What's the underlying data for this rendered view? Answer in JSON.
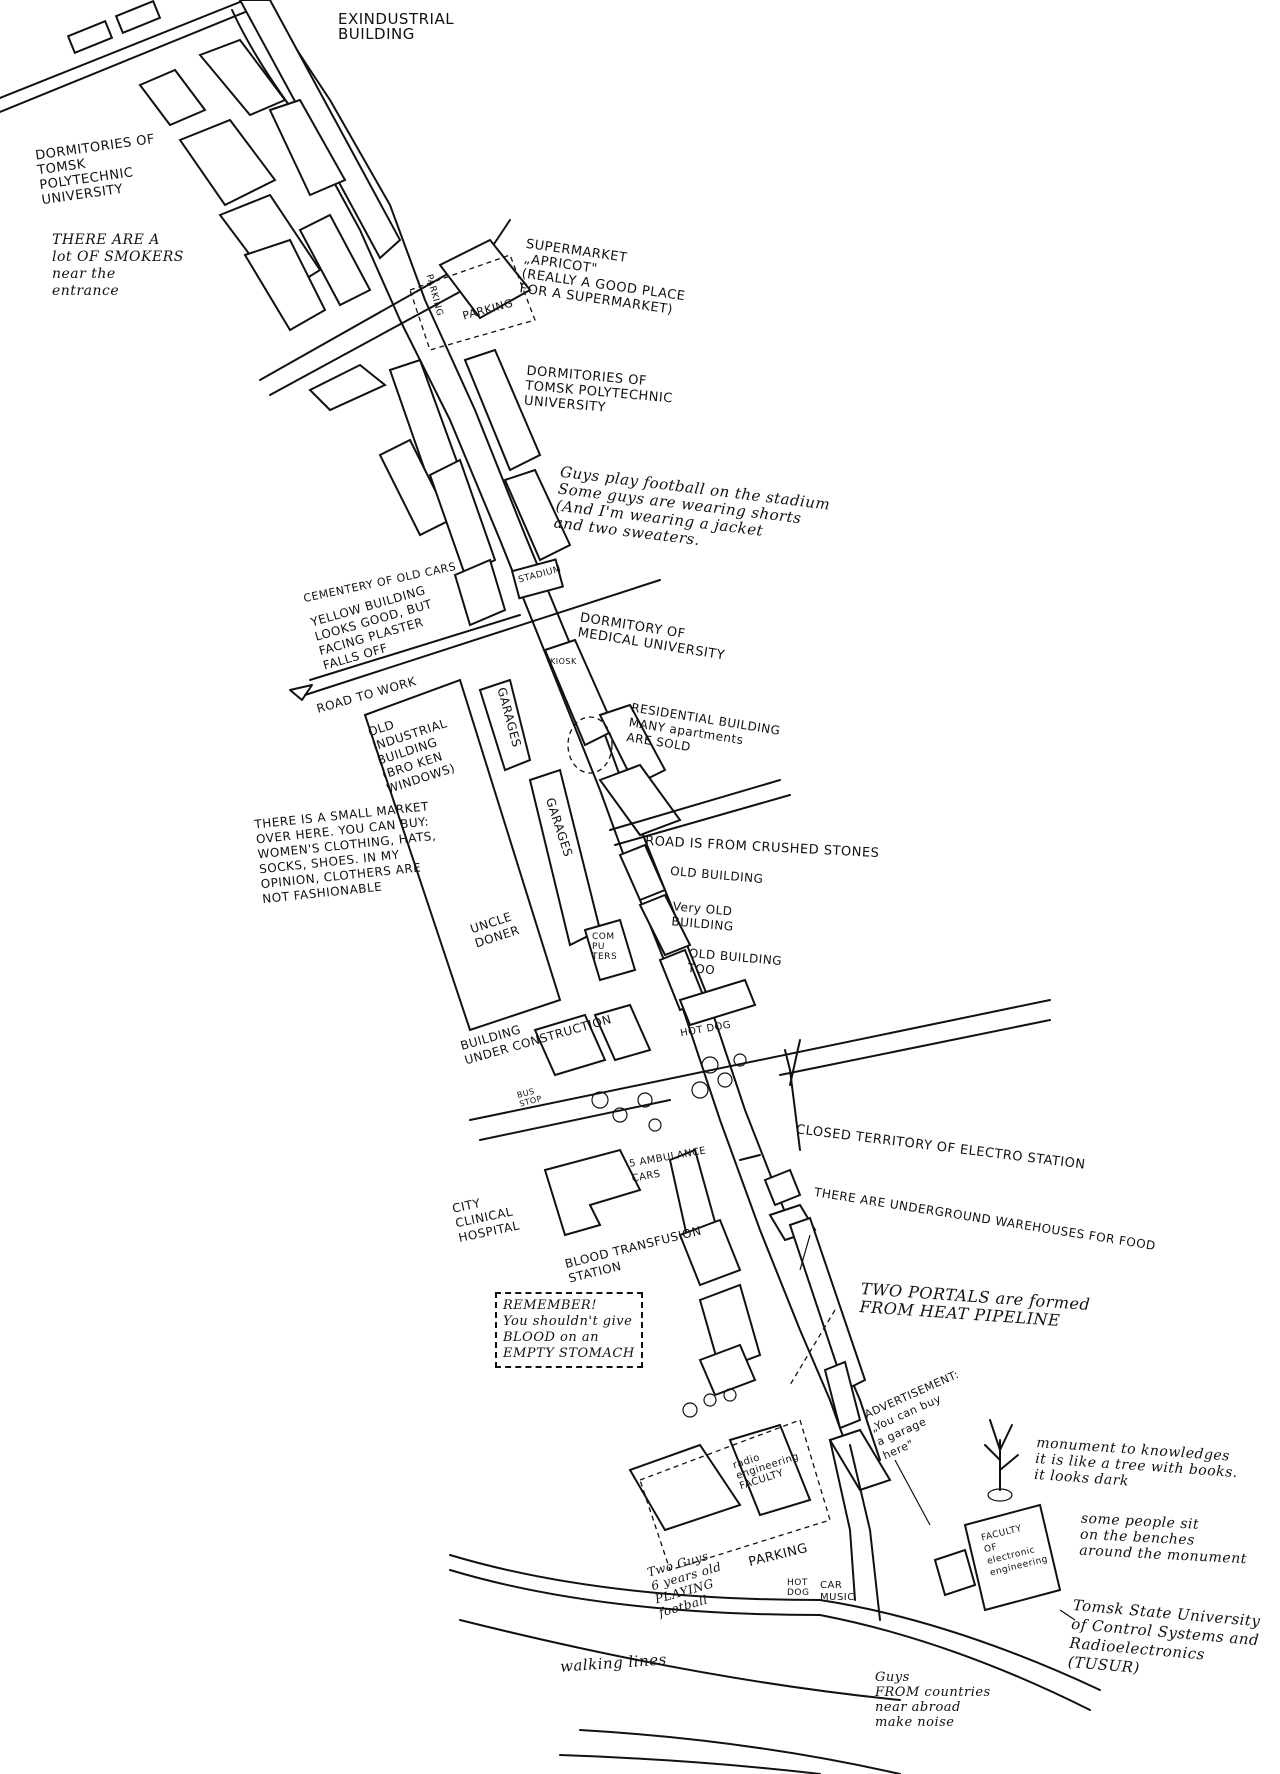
{
  "labels": {
    "ex_industrial": "EXINDUSTRIAL\nBUILDING",
    "dorms_tpu_1": "DORMITORIES OF\nTOMSK\nPOLYTECHNIC\nUNIVERSITY",
    "smokers": "THERE ARE A\nlot OF SMOKERS\nnear the\nentrance",
    "supermarket": "SUPERMARKET\n„APRICOT\"\n(REALLY A GOOD PLACE\nFOR A SUPERMARKET)",
    "parking_1": "PARKING",
    "parking_2": "PARKING",
    "dorms_tpu_2": "DORMITORIES OF\nTOMSK POLYTECHNIC\nUNIVERSITY",
    "football": "Guys play football on the stadium\nSome guys are wearing shorts\n(And I'm wearing a jacket\nand two sweaters.",
    "stadium": "STADIUM",
    "cemetery": "CEMENTERY OF OLD CARS",
    "yellow_building": "YELLOW BUILDING\nLOOKS GOOD, BUT\nFACING PLASTER\nFALLS OFF",
    "road_to_work": "ROAD TO WORK",
    "dorm_medical": "DORMITORY OF\nMEDICAL UNIVERSITY",
    "kiosk": "KIOSK",
    "garages_1": "GARAGES",
    "garages_2": "GARAGES",
    "old_industrial": "OLD\nINDUSTRIAL\nBUILDING\n(BRO KEN\nWINDOWS)",
    "residential": "RESIDENTIAL BUILDING\nMANY apartments\nARE SOLD",
    "small_market": "THERE IS A SMALL MARKET\nOVER HERE. YOU CAN BUY:\nWOMEN'S CLOTHING, HATS,\nSOCKS, SHOES. IN MY\nOPINION, CLOTHERS ARE\nNOT FASHIONABLE",
    "crushed_stones": "ROAD IS FROM CRUSHED STONES",
    "old_building": "OLD BUILDING",
    "very_old_building": "Very OLD\nBUILDING",
    "old_building_too": "OLD BUILDING\nTOO",
    "uncle_doner": "UNCLE\nDONER",
    "computers": "COM\nPU\nTERS",
    "hot_dog_1": "HOT DOG",
    "building_construction": "BUILDING\nUNDER CONSTRUCTION",
    "bus_stop": "BUS\nSTOP",
    "ambulance": "5 AMBULANCE\nCARS",
    "closed_territory": "CLOSED TERRITORY OF ELECTRO STATION",
    "underground": "THERE ARE UNDERGROUND WAREHOUSES FOR FOOD",
    "city_hospital": "CITY\nCLINICAL\nHOSPITAL",
    "blood_station": "BLOOD TRANSFUSION\nSTATION",
    "remember": "REMEMBER!\nYou shouldn't give\nBLOOD on an\nEMPTY STOMACH",
    "two_portals": "TWO PORTALS are formed\nFROM HEAT PIPELINE",
    "advertisement": "ADVERTISEMENT:\n„You can buy\na garage\nhere\"",
    "monument": "monument to knowledges\nit is like a tree with books.\nit looks dark",
    "radio_faculty": "radio\nengineering\nFACULTY",
    "benches": "some people sit\non the benches\naround the monument",
    "faculty_electronic": "FACULTY\nOF\nelectronic\nengineering",
    "two_guys": "Two Guys\n6 years old\nPLAYING\nfootball",
    "parking_3": "PARKING",
    "hot_dog_2": "HOT\nDOG",
    "car_music": "CAR\nMUSIC",
    "tusur": "Tomsk State University\nof Control Systems and\nRadioelectronics (TUSUR)",
    "walking_lines": "walking lines",
    "guys_countries": "Guys\nFROM countries\nnear abroad\nmake noise"
  }
}
